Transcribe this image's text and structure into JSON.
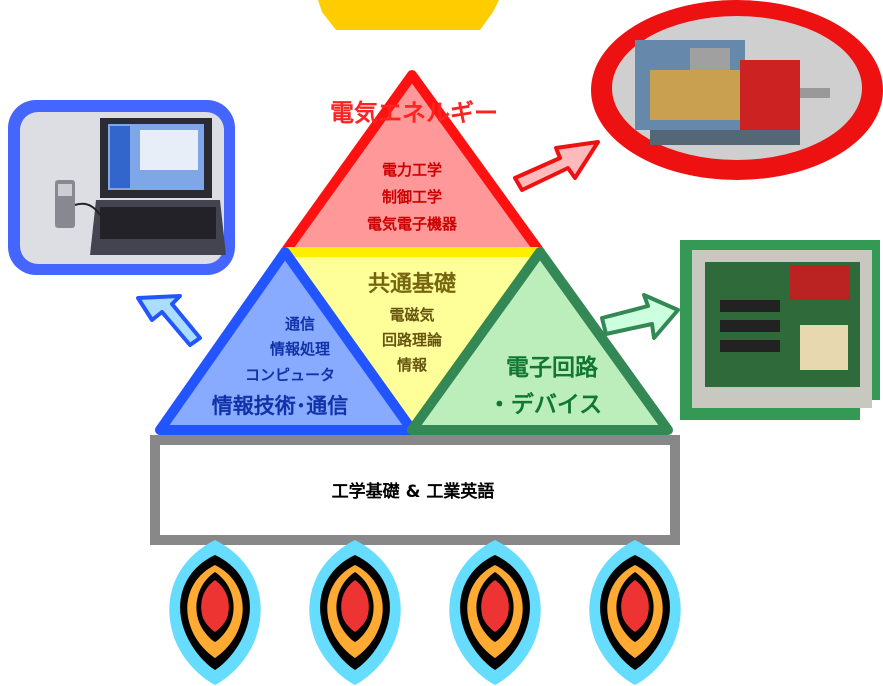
{
  "top": {
    "title": "電気エネルギー",
    "subjects": [
      "電力工学",
      "制御工学",
      "電気電子機器"
    ]
  },
  "center": {
    "title": "共通基礎",
    "subjects": [
      "電磁気",
      "回路理論",
      "情報"
    ]
  },
  "left": {
    "subjects": [
      "通信",
      "情報処理",
      "コンピュータ"
    ],
    "title": "情報技術･通信"
  },
  "right": {
    "title_line1": "電子回路",
    "title_line2": "・デバイス"
  },
  "base": {
    "label": "工学基礎 & 工業英語"
  },
  "photos": {
    "laptop": "laptop-with-phone",
    "motor": "electric-motor",
    "circuit_board": "circuit-board"
  },
  "colors": {
    "top": "#ff2222",
    "center": "#ffee22",
    "left": "#4477ff",
    "right": "#339955",
    "star": "#ffcc00",
    "flame": "#ff9933"
  }
}
